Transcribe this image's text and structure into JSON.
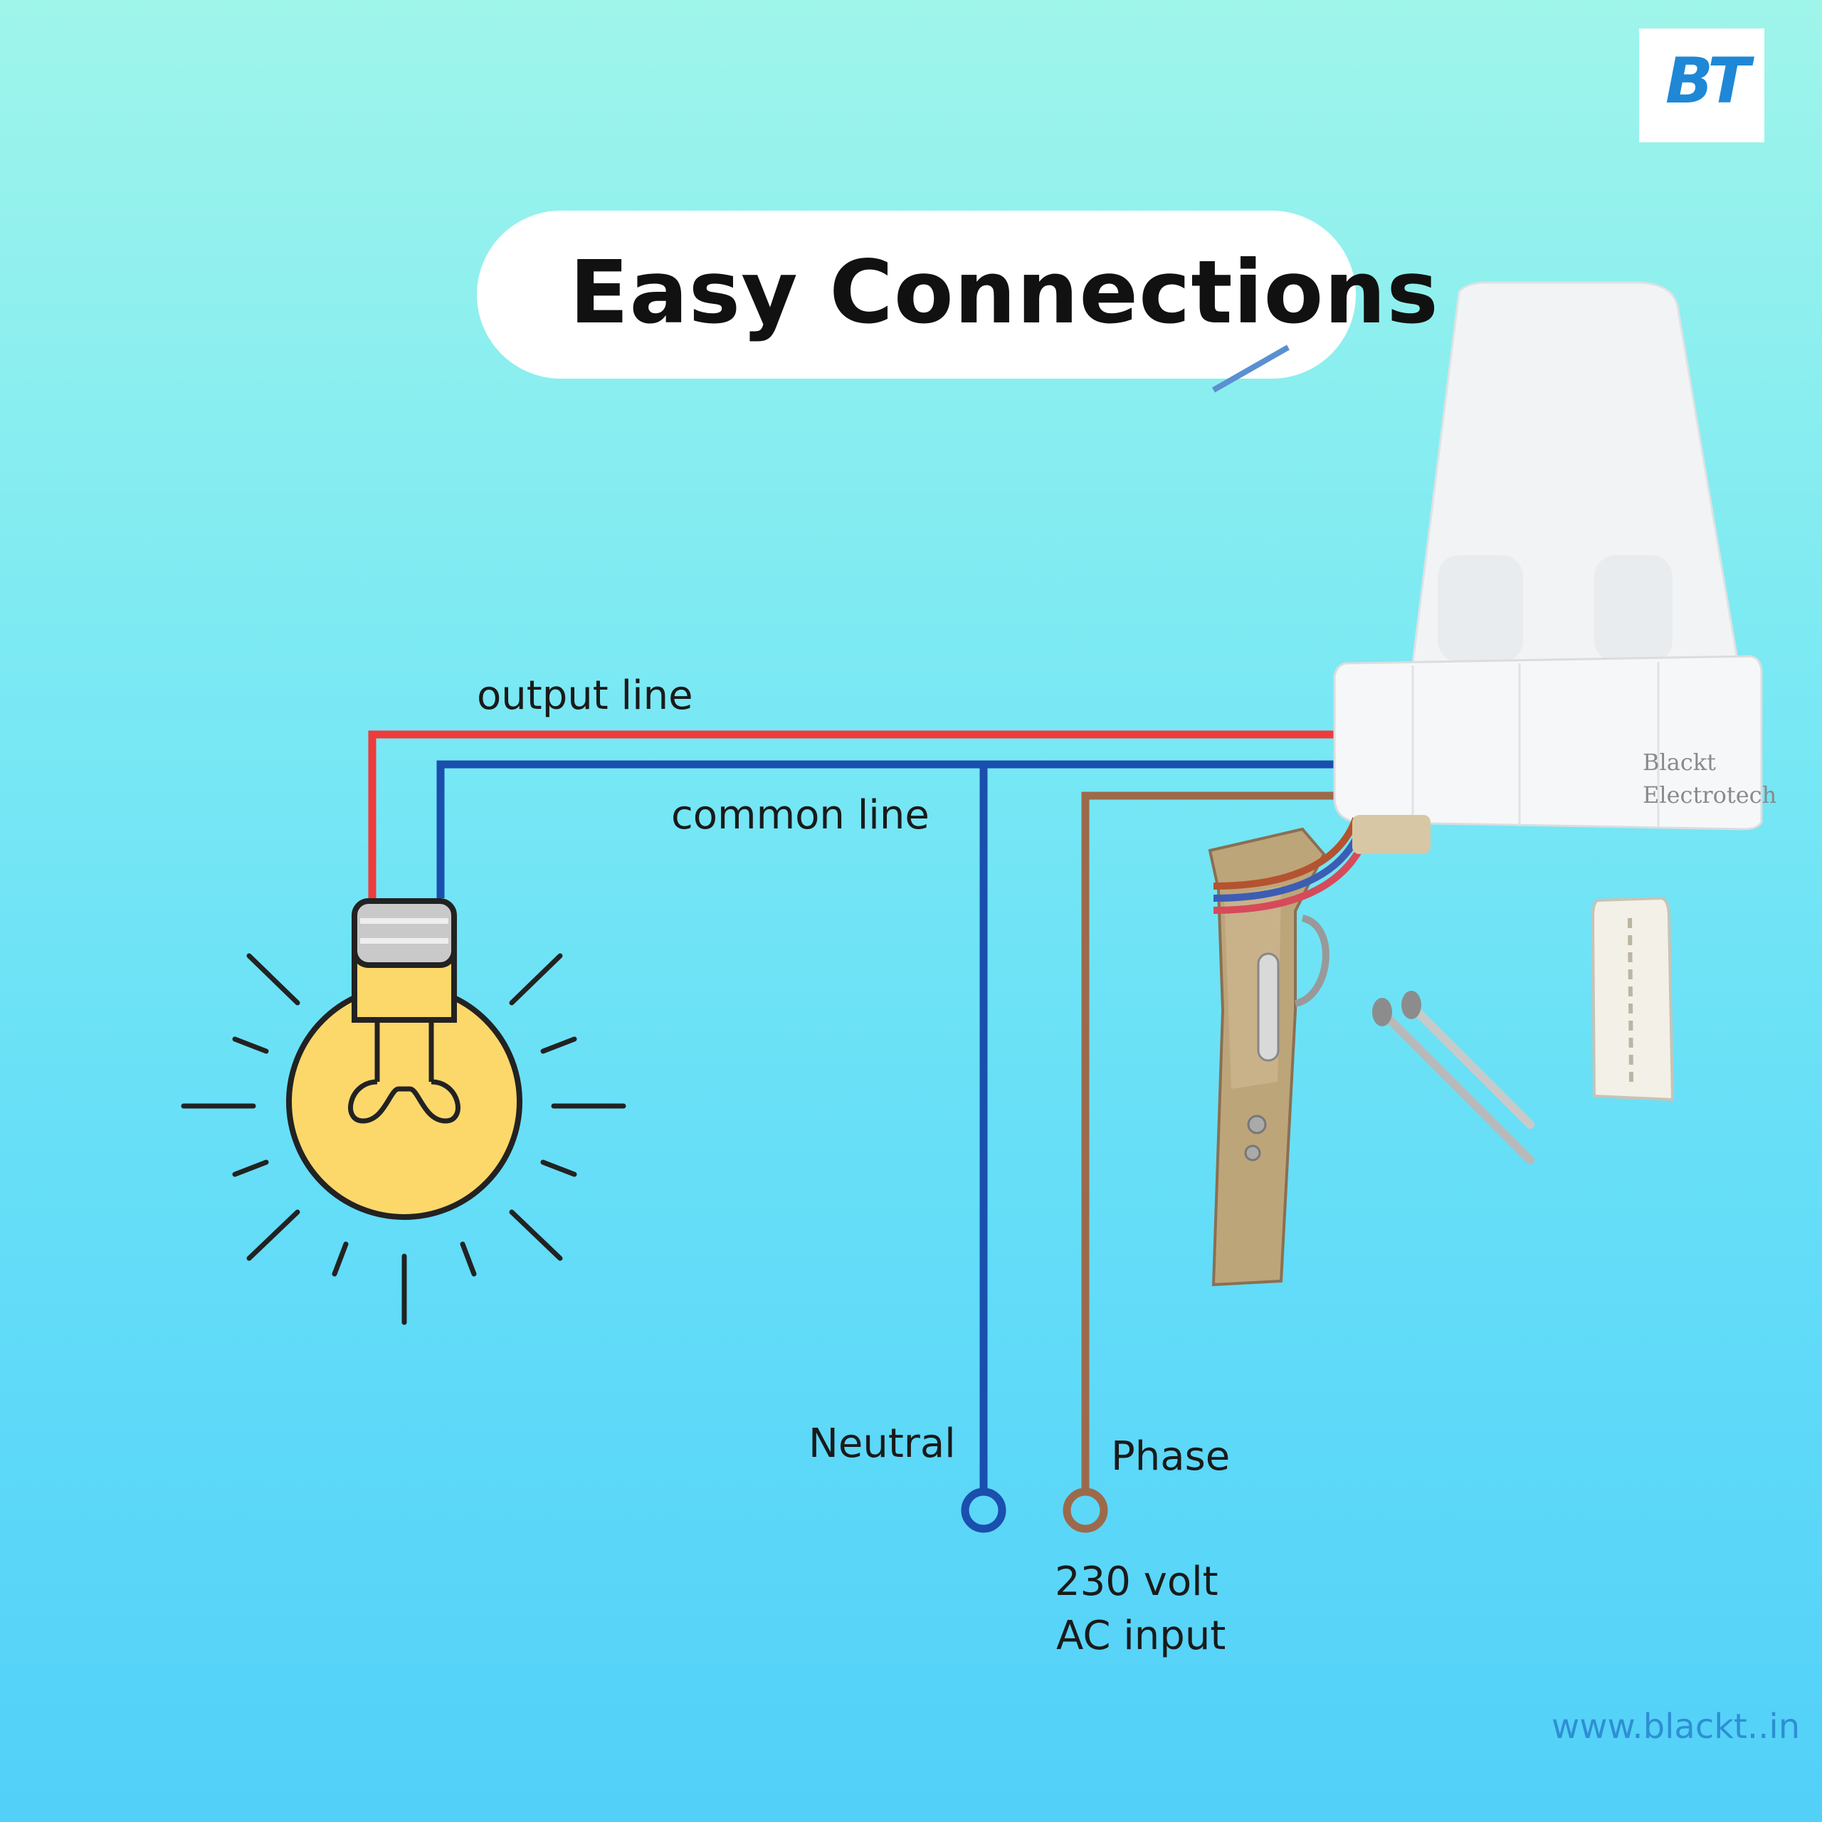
{
  "title": "Easy Connections",
  "labels": {
    "output_line": "output line",
    "common_line": "common line",
    "neutral": "Neutral",
    "phase": "Phase",
    "input_line1": "230 volt",
    "input_line2": "AC input"
  },
  "logo": {
    "text": "BT"
  },
  "website": "www.blackt..in",
  "device_brand": {
    "line1": "Blackt",
    "line2": "Electrotech"
  },
  "colors": {
    "output_wire": "#ee3b3b",
    "common_wire": "#1a4fae",
    "phase_wire": "#9c6a4b",
    "bulb_glass": "#fcd86b",
    "background_top": "#9ff5ea",
    "background_bottom": "#52d0f8"
  },
  "icons": [
    "light-bulb-icon",
    "photocell-sensor",
    "mounting-bracket",
    "screw-icon",
    "wall-plug-icon"
  ]
}
